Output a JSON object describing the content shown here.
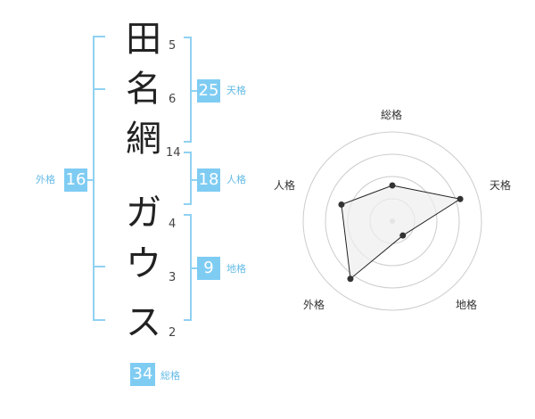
{
  "name": {
    "characters": [
      {
        "char": "田",
        "strokes": "5"
      },
      {
        "char": "名",
        "strokes": "6"
      },
      {
        "char": "網",
        "strokes": "14"
      },
      {
        "char": "ガ",
        "strokes": "4"
      },
      {
        "char": "ウ",
        "strokes": "3"
      },
      {
        "char": "ス",
        "strokes": "2"
      }
    ]
  },
  "kakusu": {
    "tenkaku": {
      "value": "25",
      "label": "天格"
    },
    "jinkaku": {
      "value": "18",
      "label": "人格"
    },
    "chikaku": {
      "value": "9",
      "label": "地格"
    },
    "gaikaku": {
      "value": "16",
      "label": "外格"
    },
    "soukaku": {
      "value": "34",
      "label": "総格"
    }
  },
  "chart_data": {
    "type": "radar",
    "axes": [
      "総格",
      "天格",
      "地格",
      "外格",
      "人格"
    ],
    "values": [
      2,
      4,
      1,
      4,
      3
    ],
    "rmax": 5,
    "rings": 4,
    "colors": {
      "fill": "#eeeeee",
      "stroke": "#222222",
      "grid": "#cccccc",
      "point": "#333333"
    }
  }
}
